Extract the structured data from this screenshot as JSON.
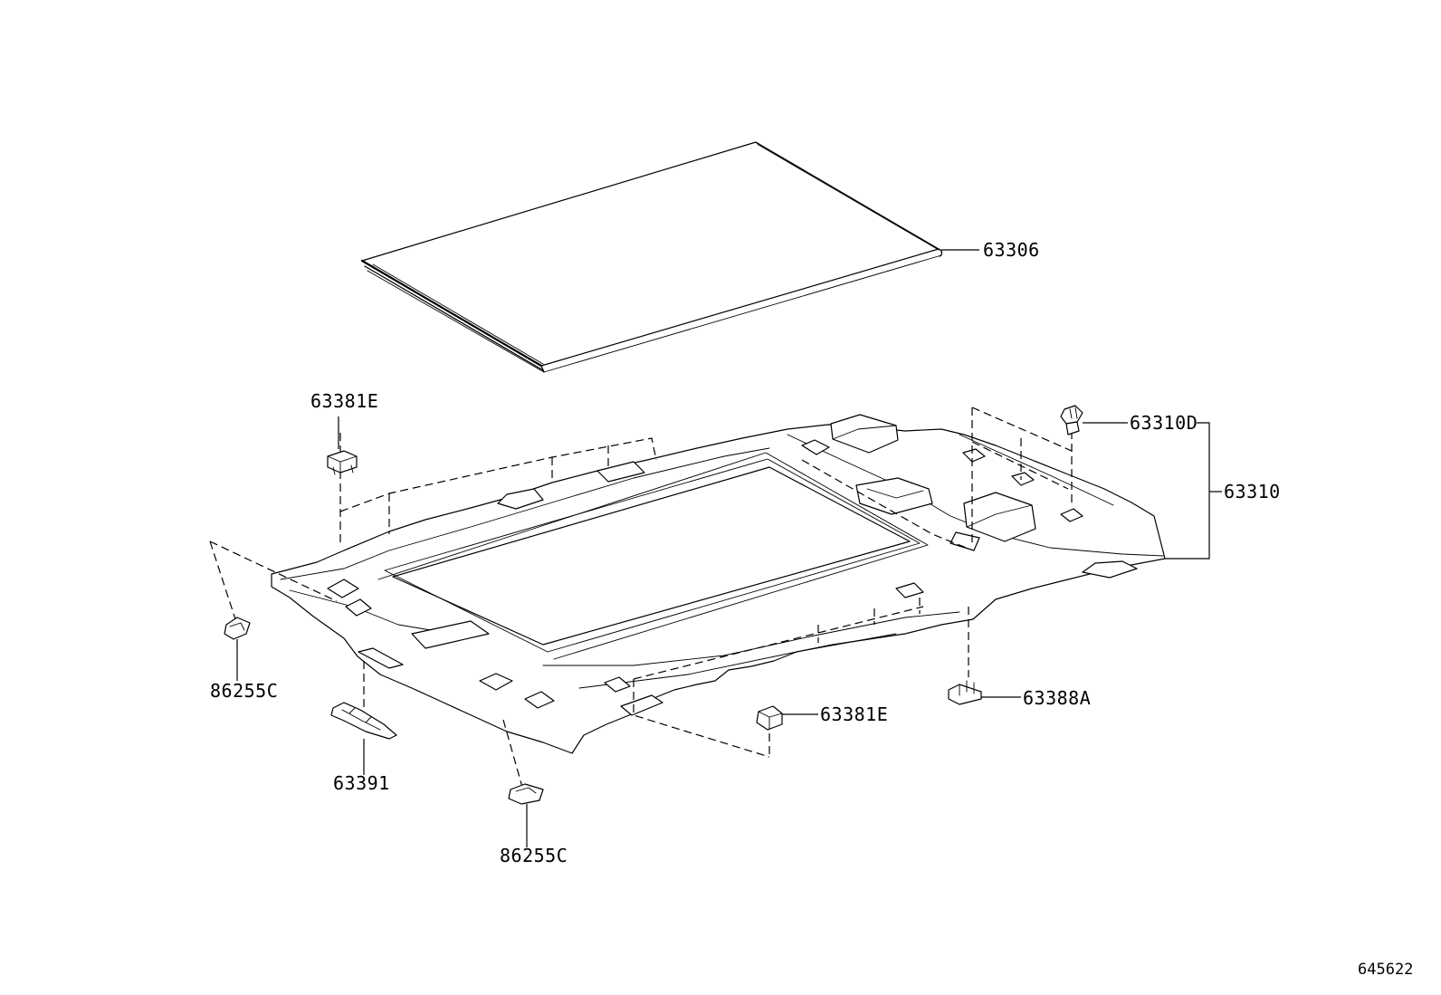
{
  "diagram": {
    "labels": {
      "p63306": "63306",
      "p63381e_top": "63381E",
      "p63310d": "63310D",
      "p63310": "63310",
      "p86255c_left": "86255C",
      "p63391": "63391",
      "p86255c_bottom": "86255C",
      "p63381e_bottom": "63381E",
      "p63388a": "63388A"
    },
    "reference_number": "645622"
  }
}
